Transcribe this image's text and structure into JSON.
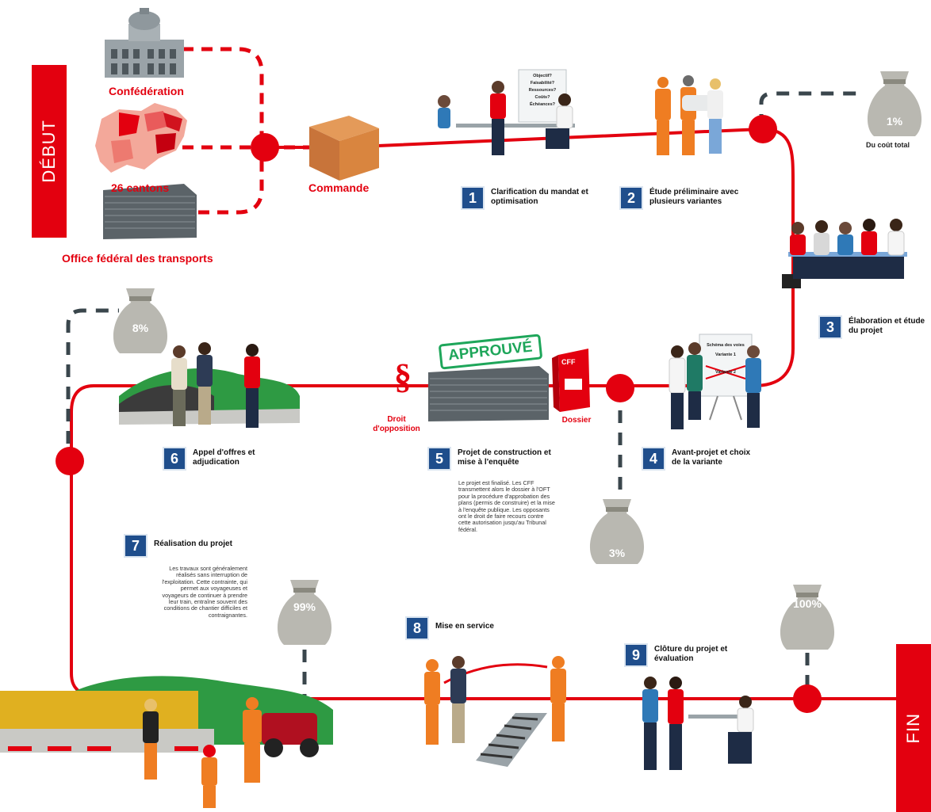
{
  "start_label": "DÉBUT",
  "end_label": "FIN",
  "actors": {
    "confederation": "Confédération",
    "cantons": "26 cantons",
    "oft": "Office fédéral des transports",
    "commande": "Commande"
  },
  "steps": [
    {
      "num": "1",
      "title": "Clarification du mandat et optimisation"
    },
    {
      "num": "2",
      "title": "Étude préliminaire avec plusieurs variantes"
    },
    {
      "num": "3",
      "title": "Élaboration et étude du projet"
    },
    {
      "num": "4",
      "title": "Avant-projet et choix de la variante"
    },
    {
      "num": "5",
      "title": "Projet de construction et mise à l'enquête"
    },
    {
      "num": "6",
      "title": "Appel d'offres et adjudication"
    },
    {
      "num": "7",
      "title": "Réalisation du projet"
    },
    {
      "num": "8",
      "title": "Mise en service"
    },
    {
      "num": "9",
      "title": "Clôture du projet et évaluation"
    }
  ],
  "step5_text": "Le projet est finalisé. Les CFF transmettent alors le dossier à l'OFT pour la procédure d'approbation des plans (permis de construire) et la mise à l'enquête publique. Les opposants ont le droit de faire recours contre cette autorisation jusqu'au Tribunal fédéral.",
  "step7_text": "Les travaux sont généralement réalisés sans interruption de l'exploitation. Cette contrainte, qui permet aux voyageuses et voyageurs de continuer à prendre leur train, entraîne souvent des conditions de chantier difficiles et contraignantes.",
  "bags": {
    "b1": "1%",
    "b1_caption": "Du coût total",
    "b3": "3%",
    "b8": "8%",
    "b99": "99%",
    "b100": "100%"
  },
  "labels": {
    "approuve": "APPROUVÉ",
    "droit": "Droit d'opposition",
    "dossier": "Dossier",
    "cff": "CFF",
    "paragraph": "§"
  },
  "board1": [
    "Objectif?",
    "Faisabilité?",
    "Ressources?",
    "Coûts?",
    "Échéances?"
  ],
  "board4": {
    "title": "Schéma des voies",
    "v1": "Variante 1",
    "v2": "Variante 2"
  },
  "colors": {
    "accent": "#e3000f",
    "step_box": "#1f4e8c",
    "dashed": "#3a464c",
    "stamp": "#1ea65a"
  }
}
